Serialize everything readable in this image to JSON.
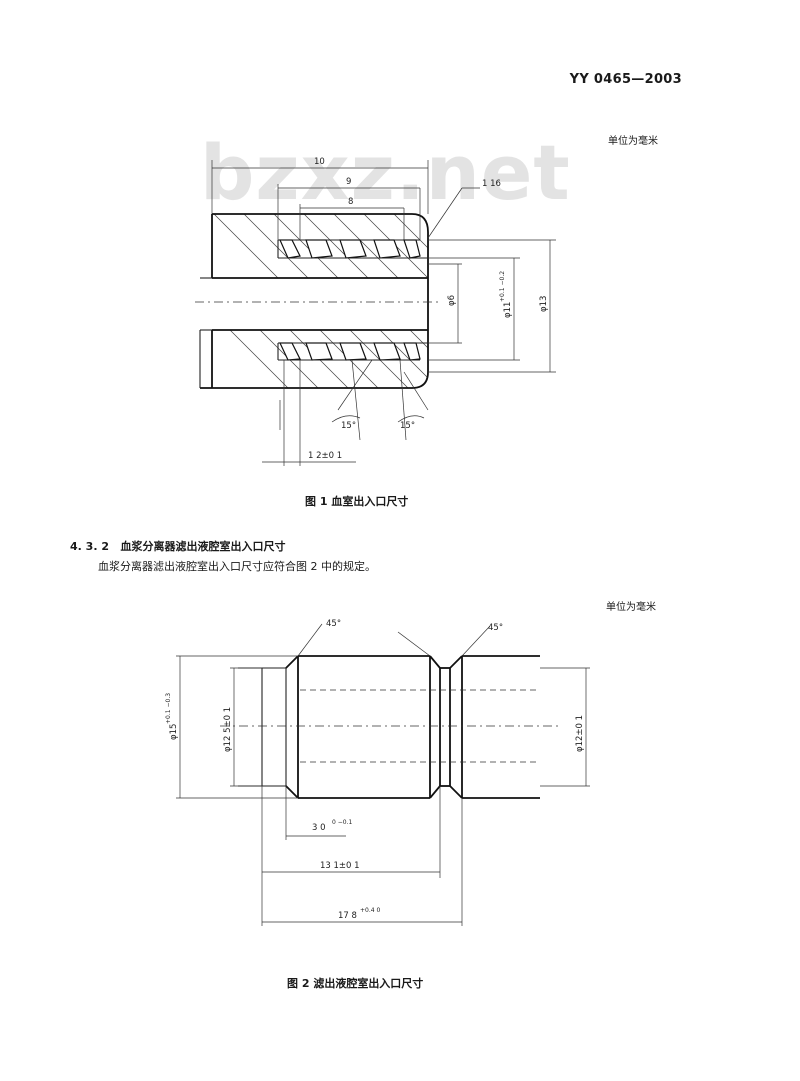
{
  "header": {
    "standard_no": "YY 0465—2003"
  },
  "watermark": "bzxz.net",
  "figure1": {
    "unit_note": "单位为毫米",
    "caption": "图 1   血室出入口尺寸",
    "dims": {
      "d10": "10",
      "d9": "9",
      "d8": "8",
      "r": "1 16",
      "phi6": "φ6",
      "phi11": "φ11",
      "phi11_tol": "+0.1 −0.2",
      "phi13": "φ13",
      "ang_left": "15°",
      "ang_right": "15°",
      "d12": "1 2±0 1"
    }
  },
  "section": {
    "number": "4. 3. 2",
    "title": "血浆分离器滤出液腔室出入口尺寸",
    "text": "血浆分离器滤出液腔室出入口尺寸应符合图 2 中的规定。"
  },
  "figure2": {
    "unit_note": "单位为毫米",
    "caption": "图 2   滤出液腔室出入口尺寸",
    "dims": {
      "ang_left": "45°",
      "ang_right": "45°",
      "phi15": "φ15",
      "phi15_tol": "+0.1 −0.3",
      "phi12_5": "φ12 5±0 1",
      "phi12": "φ12±0 1",
      "d3": "3 0",
      "d3_tol": "0 −0.1",
      "d13": "13 1±0 1",
      "d17": "17 8",
      "d17_tol": "+0.4 0"
    }
  }
}
